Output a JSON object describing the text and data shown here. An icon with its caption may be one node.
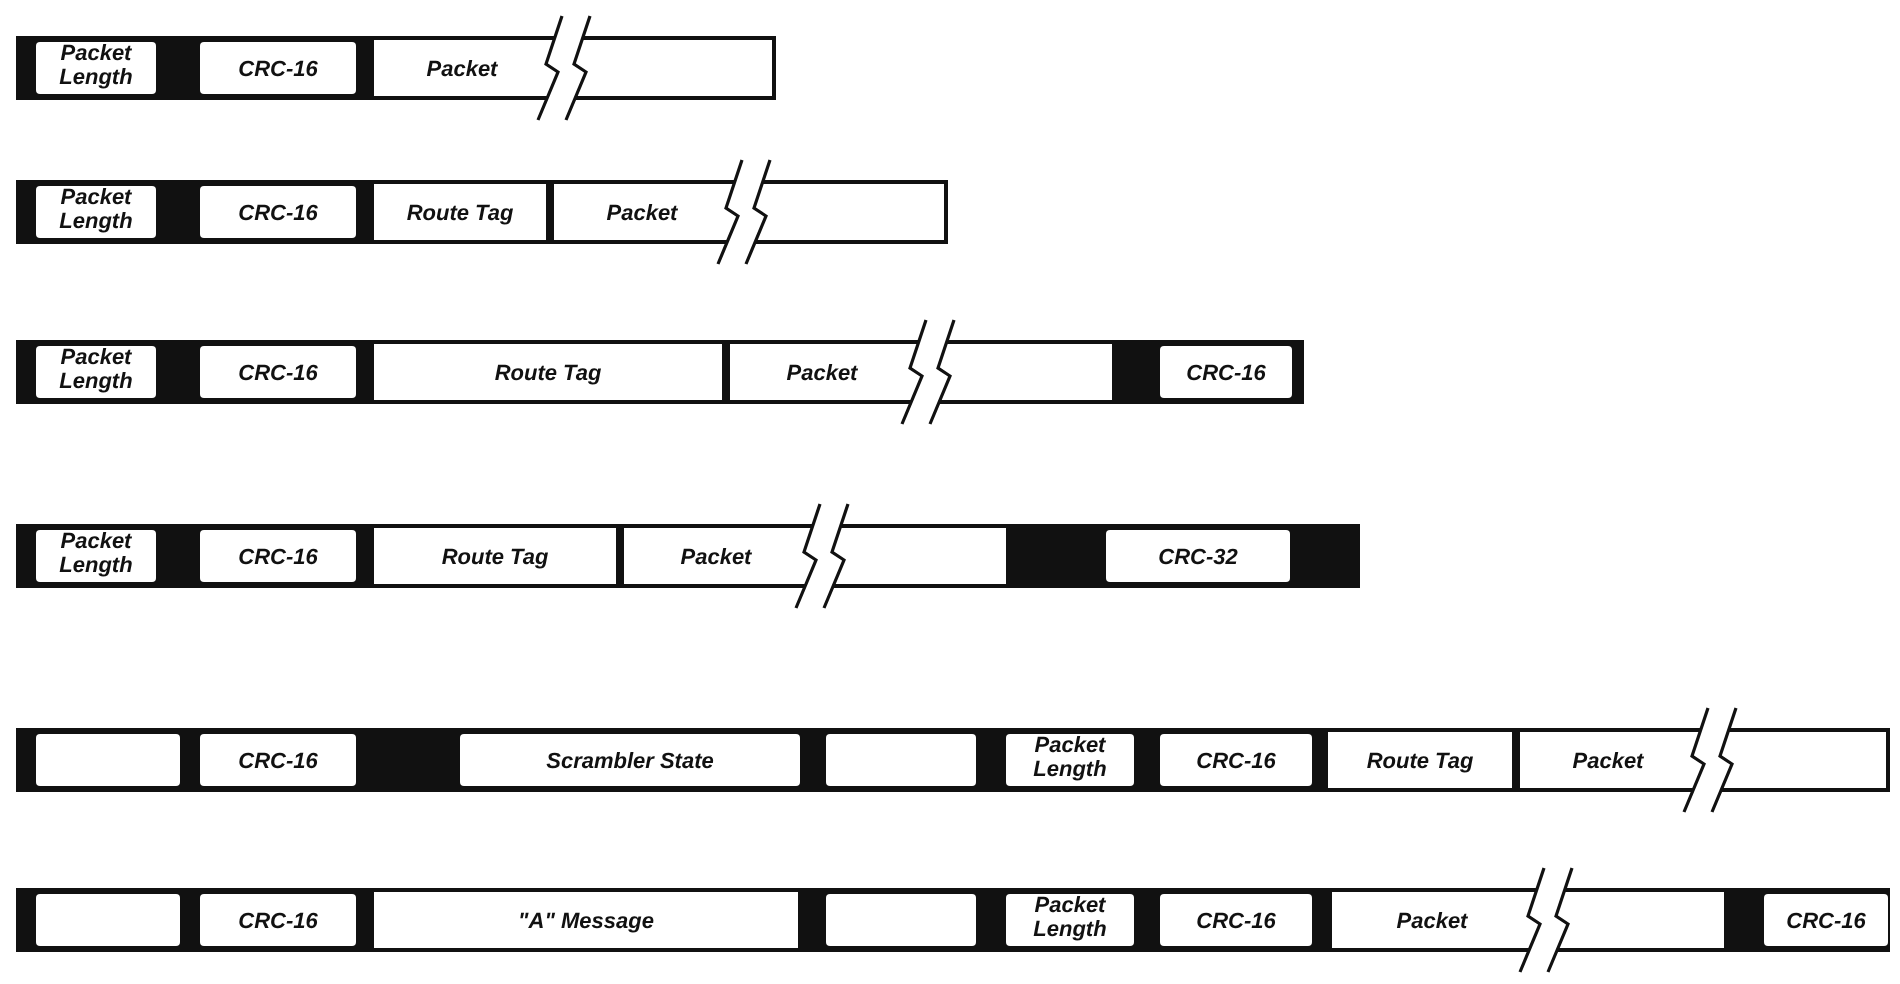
{
  "diagram": {
    "nodes": [
      {
        "text": [],
        "shape": "bar"
      },
      {
        "text": [
          "Packet Length"
        ],
        "in": 0
      },
      {
        "text": [
          "CRC-16"
        ],
        "in": 0
      },
      {
        "text": [
          "Packet"
        ],
        "in": 0
      },
      {
        "text": [],
        "shape": "bar"
      },
      {
        "text": [
          "Packet Length"
        ],
        "in": 4
      },
      {
        "text": [
          "CRC-16"
        ],
        "in": 4
      },
      {
        "text": [
          "Route Tag"
        ],
        "in": 4
      },
      {
        "text": [
          "Packet"
        ],
        "in": 4
      },
      {
        "text": [],
        "shape": "bar"
      },
      {
        "text": [
          "Packet Length"
        ],
        "in": 9
      },
      {
        "text": [
          "CRC-16"
        ],
        "in": 9
      },
      {
        "text": [
          "Route Tag"
        ],
        "in": 9
      },
      {
        "text": [
          "Packet"
        ],
        "in": 9
      },
      {
        "text": [
          "CRC-16"
        ],
        "in": 9
      },
      {
        "text": [],
        "shape": "bar"
      },
      {
        "text": [
          "Packet Length"
        ],
        "in": 15
      },
      {
        "text": [
          "CRC-16"
        ],
        "in": 15
      },
      {
        "text": [
          "Route Tag"
        ],
        "in": 15
      },
      {
        "text": [
          "Packet"
        ],
        "in": 15
      },
      {
        "text": [
          "CRC-32"
        ],
        "in": 15
      },
      {
        "text": [],
        "shape": "bar"
      },
      {
        "text": [],
        "shape": "box",
        "in": 21
      },
      {
        "text": [
          "CRC-16"
        ],
        "in": 21
      },
      {
        "text": [
          "Scrambler State"
        ],
        "in": 21
      },
      {
        "text": [],
        "shape": "box",
        "in": 21
      },
      {
        "text": [
          "Packet Length"
        ],
        "in": 21
      },
      {
        "text": [
          "CRC-16"
        ],
        "in": 21
      },
      {
        "text": [
          "Route Tag"
        ],
        "in": 21
      },
      {
        "text": [
          "Packet"
        ],
        "in": 21
      },
      {
        "text": [],
        "shape": "bar"
      },
      {
        "text": [],
        "shape": "box",
        "in": 30
      },
      {
        "text": [
          "CRC-16"
        ],
        "in": 30
      },
      {
        "text": [
          "\"A\" Message"
        ],
        "in": 30
      },
      {
        "text": [],
        "shape": "box",
        "in": 30
      },
      {
        "text": [
          "Packet Length"
        ],
        "in": 30
      },
      {
        "text": [
          "CRC-16"
        ],
        "in": 30
      },
      {
        "text": [
          "Packet"
        ],
        "in": 30
      },
      {
        "text": [
          "CRC-16"
        ],
        "in": 30
      }
    ]
  }
}
